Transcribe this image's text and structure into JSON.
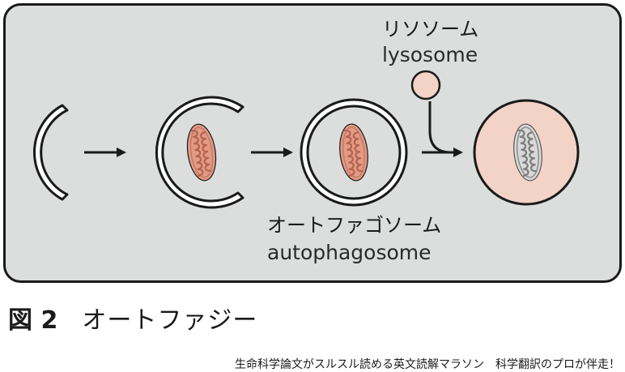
{
  "figure": {
    "number_label": "図 2",
    "title": "オートファジー"
  },
  "diagram": {
    "lysosome_label_jp": "リソソーム",
    "lysosome_label_en": "lysosome",
    "autophagosome_label_jp": "オートファゴソーム",
    "autophagosome_label_en": "autophagosome",
    "colors": {
      "panel_background": "#dcdddd",
      "panel_border": "#1a1a1a",
      "membrane_fill": "#ffffff",
      "mitochondrion": "#e29a85",
      "lysosome_fill": "#f2d3c6",
      "degraded_mitochondrion": "#d9d9d9"
    }
  },
  "footer": {
    "text": "生命科学論文がスルスル読める英文読解マラソン　科学翻訳のプロが伴走！"
  }
}
